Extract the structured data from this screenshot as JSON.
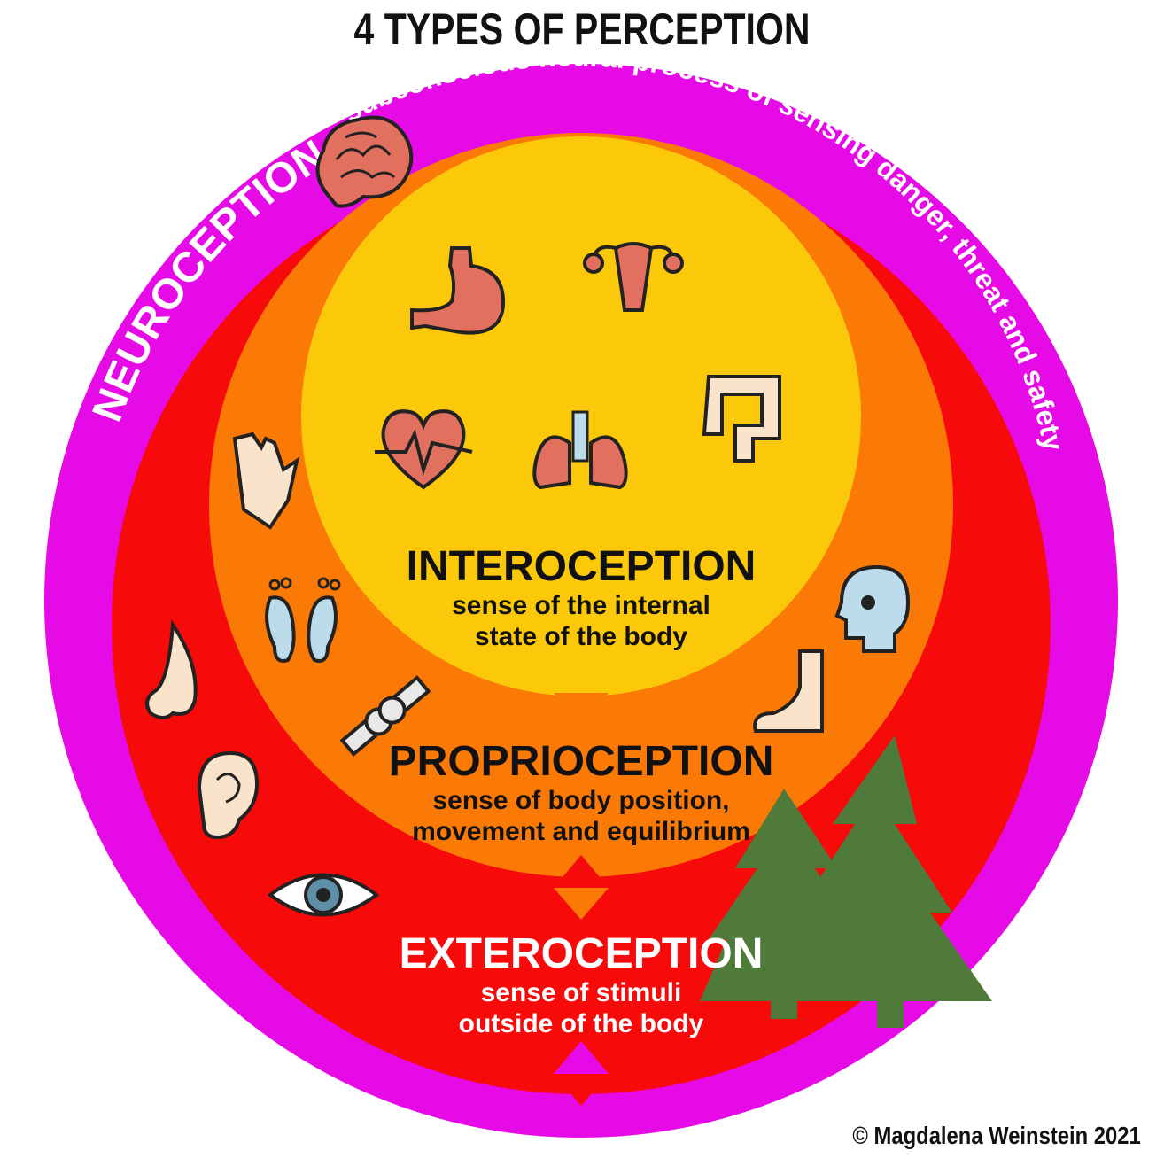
{
  "title": "4 TYPES OF PERCEPTION",
  "colors": {
    "neuroception": "#e60ae6",
    "exteroception": "#f60a0a",
    "proprioception": "#fb7a06",
    "interoception": "#fcc90a",
    "organ": "#e2705e",
    "skin": "#fae3cb",
    "pale_blue": "#bcdcec",
    "tree": "#4f7a3a"
  },
  "neuroception": {
    "name": "NEUROCEPTION",
    "description": "subconscious neural process of sensing danger, threat and safety"
  },
  "interoception": {
    "name": "INTEROCEPTION",
    "line1": "sense of the internal",
    "line2": "state of the body"
  },
  "proprioception": {
    "name": "PROPRIOCEPTION",
    "line1": "sense of body position,",
    "line2": "movement and equilibrium"
  },
  "exteroception": {
    "name": "EXTEROCEPTION",
    "line1": "sense of stimuli",
    "line2": "outside of the body"
  },
  "icons": {
    "neuroception": [
      "brain-icon"
    ],
    "interoception": [
      "stomach-icon",
      "uterus-icon",
      "intestine-icon",
      "heart-icon",
      "lungs-icon"
    ],
    "proprioception": [
      "hand-icon",
      "footprints-icon",
      "joint-icon",
      "foot-icon",
      "head-icon"
    ],
    "exteroception": [
      "nose-icon",
      "ear-icon",
      "eye-icon",
      "trees-icon"
    ]
  },
  "credit": "© Magdalena Weinstein 2021"
}
